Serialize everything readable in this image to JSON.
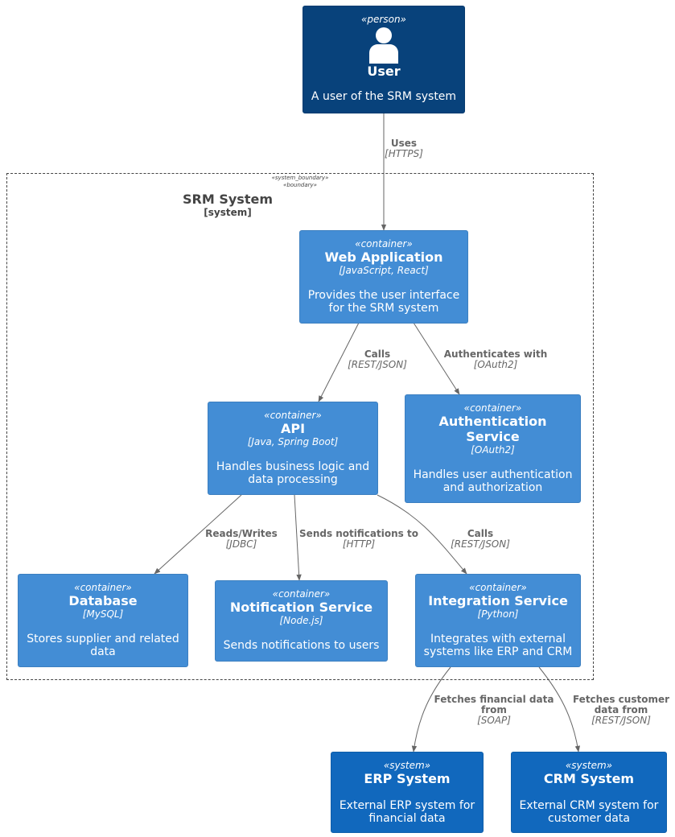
{
  "boundary": {
    "stereotype1": "«system_boundary»",
    "stereotype2": "«boundary»",
    "title": "SRM System",
    "type": "[system]"
  },
  "nodes": {
    "user": {
      "stereotype": "«person»",
      "title": "User",
      "description": "A user of the SRM system",
      "icon": "person-icon"
    },
    "webapp": {
      "stereotype": "«container»",
      "title": "Web Application",
      "tech": "[JavaScript, React]",
      "description": "Provides the user interface for the SRM system"
    },
    "api": {
      "stereotype": "«container»",
      "title": "API",
      "tech": "[Java, Spring Boot]",
      "description": "Handles business logic and data processing"
    },
    "auth": {
      "stereotype": "«container»",
      "title": "Authentication Service",
      "tech": "[OAuth2]",
      "description": "Handles user authentication and authorization"
    },
    "database": {
      "stereotype": "«container»",
      "title": "Database",
      "tech": "[MySQL]",
      "description": "Stores supplier and related data"
    },
    "notification": {
      "stereotype": "«container»",
      "title": "Notification Service",
      "tech": "[Node.js]",
      "description": "Sends notifications to users"
    },
    "integration": {
      "stereotype": "«container»",
      "title": "Integration Service",
      "tech": "[Python]",
      "description": "Integrates with external systems like ERP and CRM"
    },
    "erp": {
      "stereotype": "«system»",
      "title": "ERP System",
      "description": "External ERP system for financial data"
    },
    "crm": {
      "stereotype": "«system»",
      "title": "CRM System",
      "description": "External CRM system for customer data"
    }
  },
  "relations": {
    "uses": {
      "label": "Uses",
      "tech": "[HTTPS]"
    },
    "calls_api": {
      "label": "Calls",
      "tech": "[REST/JSON]"
    },
    "authenticates": {
      "label": "Authenticates with",
      "tech": "[OAuth2]"
    },
    "reads_writes": {
      "label": "Reads/Writes",
      "tech": "[JDBC]"
    },
    "sends_notifications": {
      "label": "Sends notifications to",
      "tech": "[HTTP]"
    },
    "calls_integration": {
      "label": "Calls",
      "tech": "[REST/JSON]"
    },
    "fetches_financial": {
      "label": "Fetches financial data from",
      "tech": "[SOAP]"
    },
    "fetches_customer": {
      "label": "Fetches customer data from",
      "tech": "[REST/JSON]"
    }
  },
  "colors": {
    "person": "#08427b",
    "container": "#438dd5",
    "external_system": "#1168bd",
    "edge": "#666666",
    "boundary": "#444444"
  }
}
